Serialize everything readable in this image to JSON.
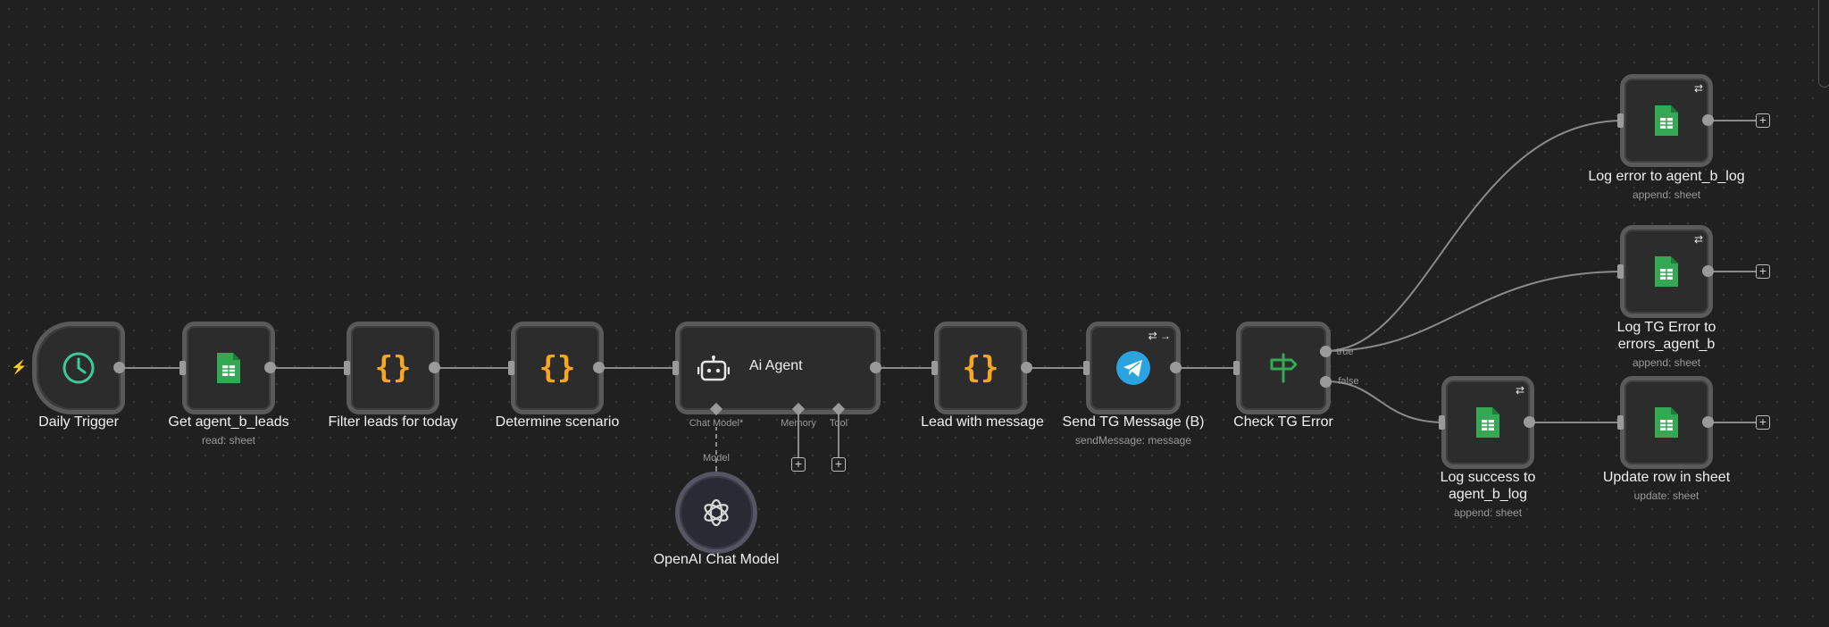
{
  "canvas": {
    "background": "#202020",
    "accent_green": "#34a853",
    "accent_orange": "#f5a623",
    "accent_teal": "#3ec99a",
    "telegram_blue": "#2aa3df",
    "error_red": "#e04a4a"
  },
  "nodes": {
    "daily_trigger": {
      "label": "Daily Trigger",
      "icon": "clock-icon"
    },
    "get_leads": {
      "label": "Get agent_b_leads",
      "sub": "read: sheet",
      "icon": "google-sheets-icon"
    },
    "filter_leads": {
      "label": "Filter leads for today",
      "icon": "code-braces-icon"
    },
    "determine_scenario": {
      "label": "Determine scenario",
      "icon": "code-braces-icon"
    },
    "ai_agent": {
      "label": "Ai Agent",
      "icon": "robot-icon",
      "ports": {
        "chat_model": "Chat Model*",
        "memory": "Memory",
        "tool": "Tool"
      }
    },
    "openai_model": {
      "label": "OpenAI Chat Model",
      "port": "Model",
      "icon": "openai-icon"
    },
    "lead_with_message": {
      "label": "Lead with message",
      "icon": "code-braces-icon"
    },
    "send_tg": {
      "label": "Send TG Message (B)",
      "sub": "sendMessage: message",
      "icon": "telegram-icon"
    },
    "check_tg_error": {
      "label": "Check TG Error",
      "icon": "signpost-icon",
      "out_true": "true",
      "out_false": "false"
    },
    "log_error": {
      "label": "Log error to agent_b_log",
      "sub": "append: sheet",
      "icon": "google-sheets-icon"
    },
    "log_tg_error": {
      "label_line1": "Log TG Error to",
      "label_line2": "errors_agent_b",
      "sub": "append: sheet",
      "icon": "google-sheets-icon"
    },
    "log_success": {
      "label_line1": "Log success to",
      "label_line2": "agent_b_log",
      "sub": "append: sheet",
      "icon": "google-sheets-icon"
    },
    "update_row": {
      "label": "Update row in sheet",
      "sub": "update: sheet",
      "icon": "google-sheets-icon"
    }
  },
  "glyphs": {
    "plus": "+",
    "retry": "⇄",
    "bolt": "⚡"
  }
}
